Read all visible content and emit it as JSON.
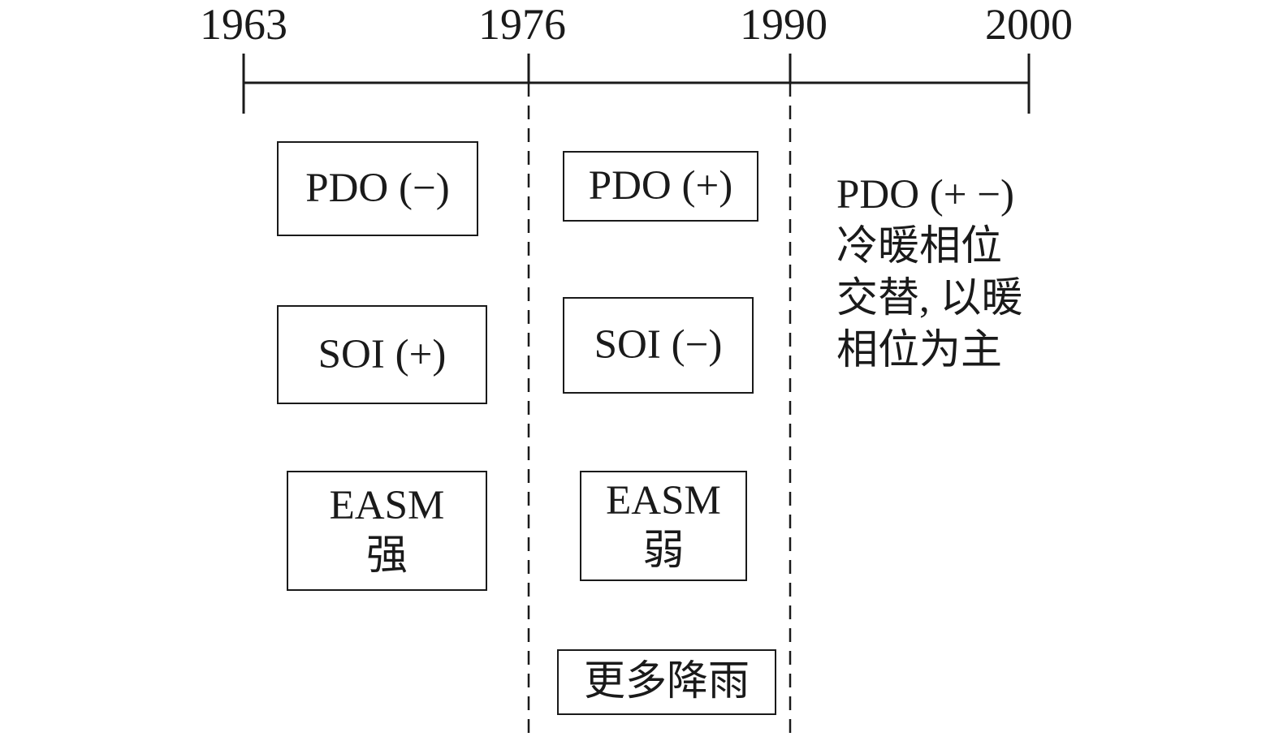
{
  "timeline": {
    "years": [
      "1963",
      "1976",
      "1990",
      "2000"
    ]
  },
  "period_1963_1976": {
    "pdo": "PDO (−)",
    "soi": "SOI (+)",
    "easm": {
      "name": "EASM",
      "strength": "强"
    }
  },
  "period_1976_1990": {
    "pdo": "PDO (+)",
    "soi": "SOI (−)",
    "easm": {
      "name": "EASM",
      "strength": "弱"
    },
    "rain": "更多降雨"
  },
  "period_1990_2000": {
    "note_lines": [
      "PDO (+ −)",
      "冷暖相位",
      "交替, 以暖",
      "相位为主"
    ]
  }
}
